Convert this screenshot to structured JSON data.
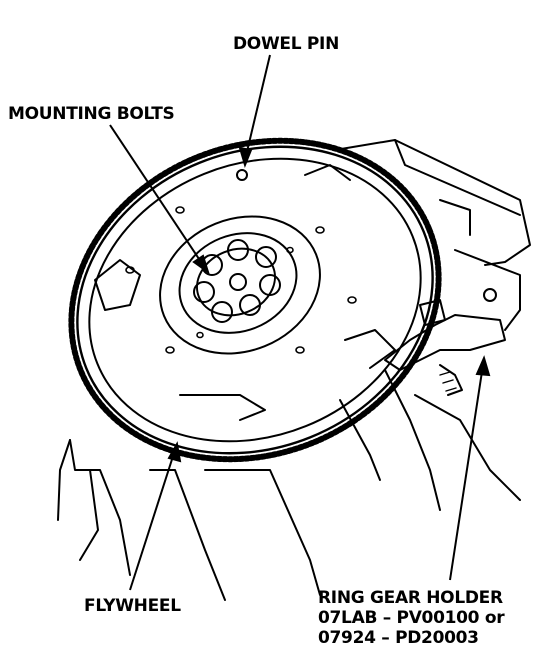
{
  "labels": {
    "dowel_pin": "DOWEL PIN",
    "mounting_bolts": "MOUNTING BOLTS",
    "flywheel": "FLYWHEEL",
    "ring_gear_holder": {
      "line1": "RING GEAR HOLDER",
      "line2": "07LAB – PV00100 or",
      "line3": "07924 – PD20003"
    }
  }
}
